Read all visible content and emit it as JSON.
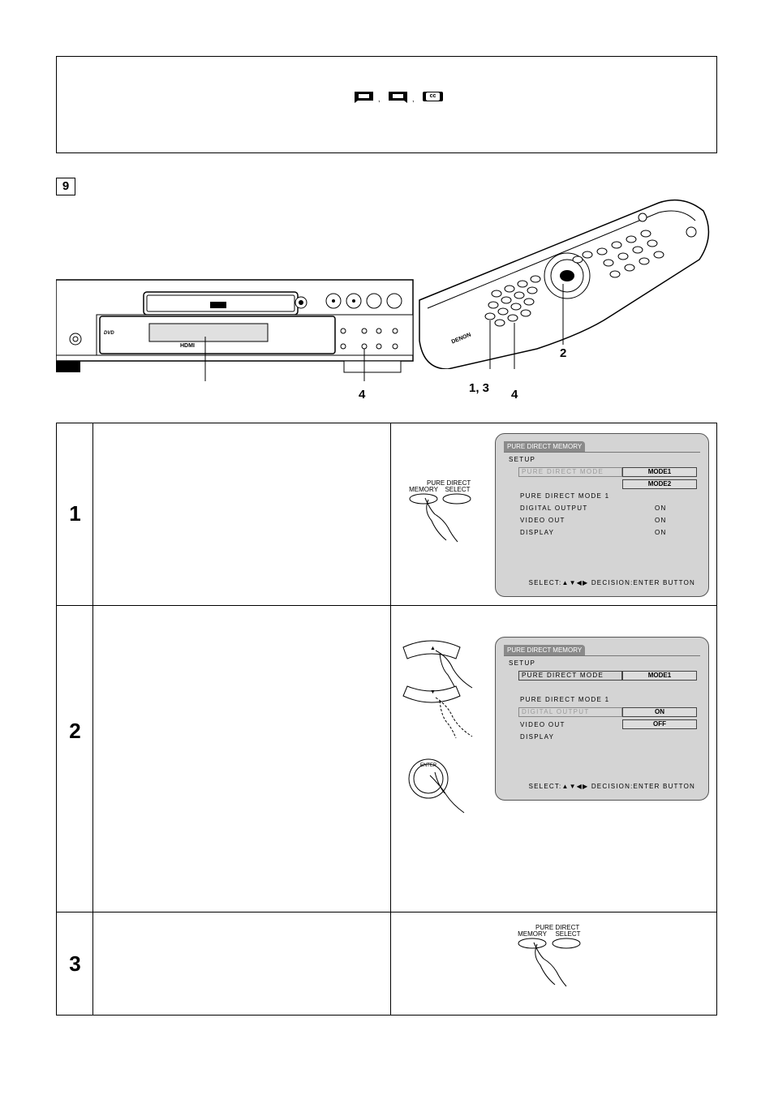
{
  "section": {
    "number": "9"
  },
  "callouts": {
    "front_panel_button": "4",
    "remote_left": "1, 3",
    "remote_right": "4",
    "remote_enter": "2"
  },
  "note_box": {
    "icons": [
      "subtitle-icon",
      "subtitle-icon",
      "cc-icon"
    ],
    "separators": [
      ",",
      ","
    ],
    "cc_label": "CC"
  },
  "device": {
    "dvd_logo": "DVD",
    "hdmi_logo": "HDMI",
    "remote_brand": "DENON"
  },
  "steps": [
    {
      "number": "1",
      "remote_buttons": {
        "top_label": "PURE DIRECT",
        "left": "MEMORY",
        "right": "SELECT"
      },
      "osd": {
        "tab": "PURE DIRECT MEMORY",
        "header": "SETUP",
        "rows": [
          {
            "label": "PURE DIRECT MODE",
            "value": "MODE1"
          },
          {
            "label": "",
            "value": "MODE2"
          },
          {
            "label": "PURE DIRECT MODE 1",
            "value": ""
          },
          {
            "label": "DIGITAL OUTPUT",
            "value": "ON"
          },
          {
            "label": "VIDEO OUT",
            "value": "ON"
          },
          {
            "label": "DISPLAY",
            "value": "ON"
          }
        ],
        "footer": "SELECT:▲▼◀▶ DECISION:ENTER BUTTON"
      }
    },
    {
      "number": "2",
      "remote_buttons": {
        "up": "▲",
        "down": "▼",
        "enter": "ENTER"
      },
      "osd": {
        "tab": "PURE DIRECT MEMORY",
        "header": "SETUP",
        "rows": [
          {
            "label": "PURE DIRECT MODE",
            "value": "MODE1"
          },
          {
            "label": "PURE DIRECT MODE 1",
            "value": ""
          },
          {
            "label": "DIGITAL OUTPUT",
            "value": "ON"
          },
          {
            "label": "VIDEO OUT",
            "value": "OFF"
          },
          {
            "label": "DISPLAY",
            "value": ""
          }
        ],
        "footer": "SELECT:▲▼◀▶ DECISION:ENTER BUTTON"
      }
    },
    {
      "number": "3",
      "remote_buttons": {
        "top_label": "PURE DIRECT",
        "left": "MEMORY",
        "right": "SELECT"
      }
    }
  ]
}
